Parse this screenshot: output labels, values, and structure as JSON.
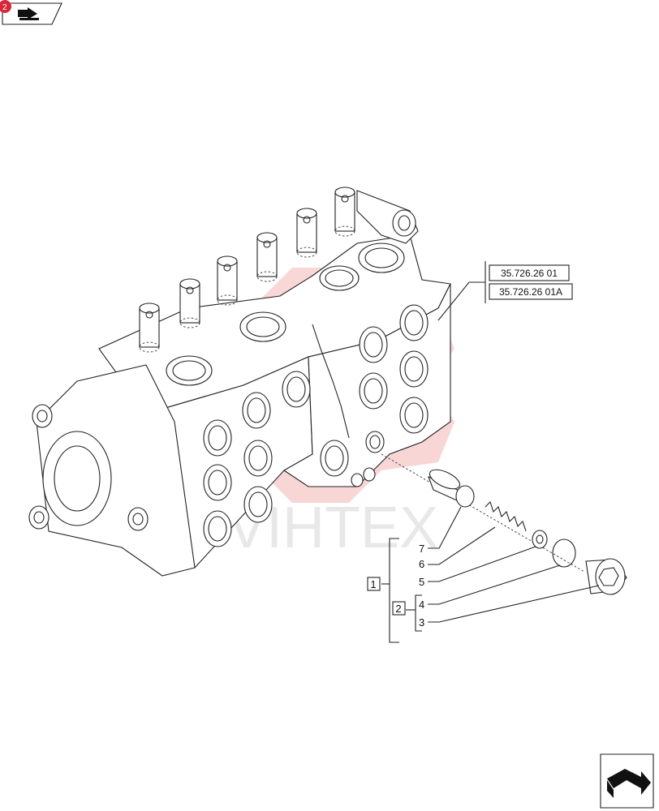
{
  "header": {
    "page_marker": "2",
    "nav_icon": "back-arrow-icon"
  },
  "footer": {
    "nav_icon": "forward-arrow-icon"
  },
  "watermark": {
    "text": "VIHTEX",
    "color": "#e84a4a"
  },
  "references": [
    {
      "label": "35.726.26 01"
    },
    {
      "label": "35.726.26 01A"
    }
  ],
  "groups": [
    {
      "label": "1"
    },
    {
      "label": "2"
    }
  ],
  "callouts": [
    {
      "label": "7"
    },
    {
      "label": "6"
    },
    {
      "label": "5"
    },
    {
      "label": "4"
    },
    {
      "label": "3"
    }
  ],
  "colors": {
    "line": "#222222",
    "marker": "#d6283a"
  }
}
